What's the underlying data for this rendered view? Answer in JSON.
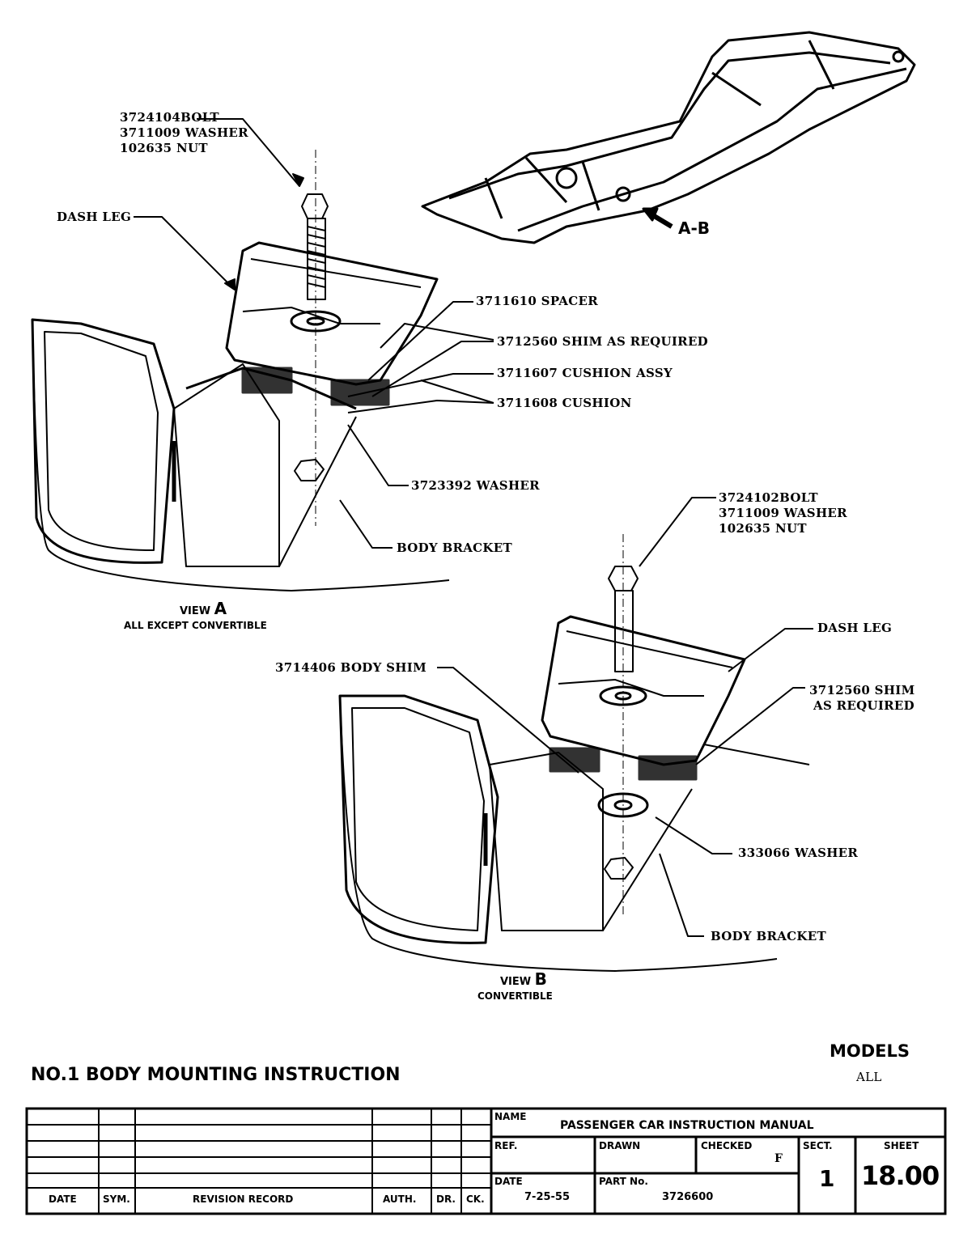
{
  "callouts_view_a": {
    "bolt": "3724104BOLT",
    "washer": "3711009 WASHER",
    "nut": "102635  NUT",
    "dash_leg": "DASH LEG",
    "spacer": "3711610 SPACER",
    "shim": "3712560 SHIM AS REQUIRED",
    "cushion_assy": "3711607 CUSHION ASSY",
    "cushion": "3711608 CUSHION",
    "washer2": "3723392  WASHER",
    "body_bracket": "BODY BRACKET"
  },
  "view_a": {
    "title": "VIEW",
    "letter": "A",
    "subtitle": "ALL EXCEPT CONVERTIBLE"
  },
  "frame_label": "A-B",
  "callouts_view_b": {
    "bolt": "3724102BOLT",
    "washer": "3711009 WASHER",
    "nut": "102635  NUT",
    "dash_leg": "DASH LEG",
    "body_shim": "3714406 BODY SHIM",
    "shim_line1": "3712560 SHIM",
    "shim_line2": "AS REQUIRED",
    "washer2": "333066  WASHER",
    "body_bracket": "BODY BRACKET"
  },
  "view_b": {
    "title": "VIEW",
    "letter": "B",
    "subtitle": "CONVERTIBLE"
  },
  "heading": "NO.1 BODY MOUNTING  INSTRUCTION",
  "models": {
    "label": "MODELS",
    "value": "ALL"
  },
  "title_block": {
    "revision_headers": [
      "DATE",
      "SYM.",
      "REVISION RECORD",
      "AUTH.",
      "DR.",
      "CK."
    ],
    "name_label": "NAME",
    "name_value": "PASSENGER  CAR  INSTRUCTION  MANUAL",
    "ref_label": "REF.",
    "drawn_label": "DRAWN",
    "checked_label": "CHECKED",
    "checked_value": "F",
    "sect_label": "SECT.",
    "sect_value": "1",
    "sheet_label": "SHEET",
    "sheet_value": "18.00",
    "date_label": "DATE",
    "date_value": "7-25-55",
    "part_label": "PART No.",
    "part_value": "3726600"
  }
}
